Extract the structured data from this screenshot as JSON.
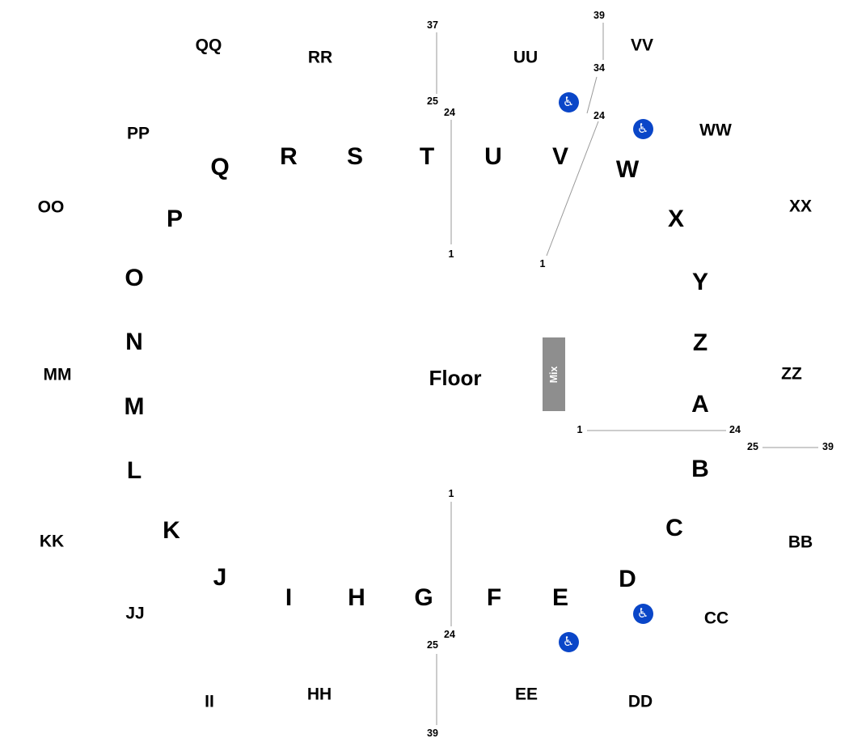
{
  "floor_label": "Floor",
  "mix_label": "Mix",
  "accessible_icon": "wheelchair-icon",
  "accessible_color": "#0a46c8",
  "inner_sections": [
    "A",
    "B",
    "C",
    "D",
    "E",
    "F",
    "G",
    "H",
    "I",
    "J",
    "K",
    "L",
    "M",
    "N",
    "O",
    "P",
    "Q",
    "R",
    "S",
    "T",
    "U",
    "V",
    "W",
    "X",
    "Y",
    "Z"
  ],
  "outer_sections": [
    "BB",
    "CC",
    "DD",
    "EE",
    "HH",
    "II",
    "JJ",
    "KK",
    "MM",
    "OO",
    "PP",
    "QQ",
    "RR",
    "UU",
    "VV",
    "WW",
    "XX",
    "ZZ"
  ],
  "row_numbers": {
    "r1": "1",
    "r24": "24",
    "r25": "25",
    "r34": "34",
    "r37": "37",
    "r39": "39"
  }
}
